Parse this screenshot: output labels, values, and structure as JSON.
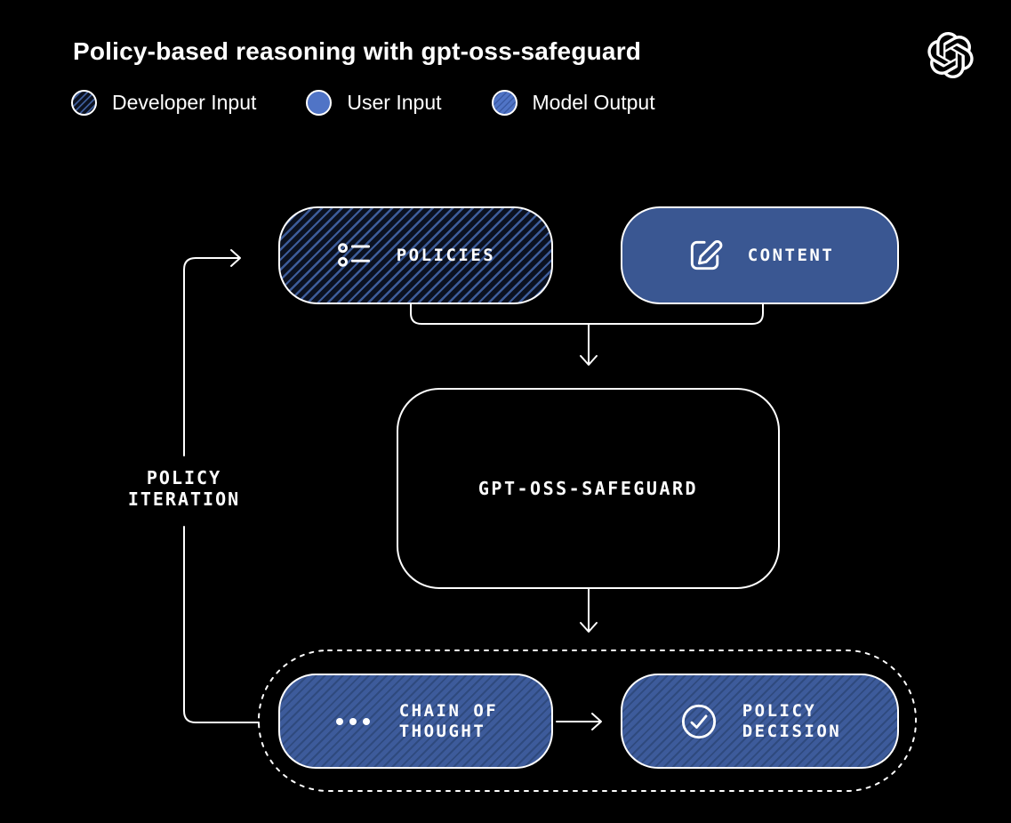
{
  "header": {
    "title": "Policy-based reasoning with gpt-oss-safeguard",
    "logo": "openai-logo"
  },
  "legend": {
    "items": [
      {
        "label": "Developer Input",
        "swatch": "hatched-dark-blue-stripes"
      },
      {
        "label": "User Input",
        "swatch": "solid-blue"
      },
      {
        "label": "Model Output",
        "swatch": "hatched-blue"
      }
    ]
  },
  "diagram": {
    "nodes": {
      "policies": {
        "label": "POLICIES",
        "icon": "list-icon",
        "category": "Developer Input"
      },
      "content": {
        "label": "CONTENT",
        "icon": "compose-icon",
        "category": "User Input"
      },
      "model": {
        "label": "GPT-OSS-SAFEGUARD",
        "category": "model"
      },
      "chain_of_thought": {
        "lines": [
          "CHAIN OF",
          "THOUGHT"
        ],
        "icon": "ellipsis-icon",
        "category": "Model Output"
      },
      "policy_decision": {
        "lines": [
          "POLICY",
          "DECISION"
        ],
        "icon": "check-circle-icon",
        "category": "Model Output"
      }
    },
    "loop_label": {
      "lines": [
        "POLICY",
        "ITERATION"
      ]
    },
    "flows": [
      "policies+content -> gpt-oss-safeguard",
      "gpt-oss-safeguard -> chain-of-thought+policy-decision",
      "chain-of-thought -> policy-decision",
      "output-group -> policies (policy iteration loop)"
    ],
    "colors": {
      "background": "#000000",
      "foreground": "#ffffff",
      "solid_blue": "#3a5792",
      "legend_blue": "#5074c6",
      "hatch_dark_bg": "#0b1120",
      "hatch_dark_stripe": "#3d5c99",
      "hatch_blue_bg": "#3d5b9b",
      "hatch_blue_stripe": "#2f4a7e"
    }
  }
}
